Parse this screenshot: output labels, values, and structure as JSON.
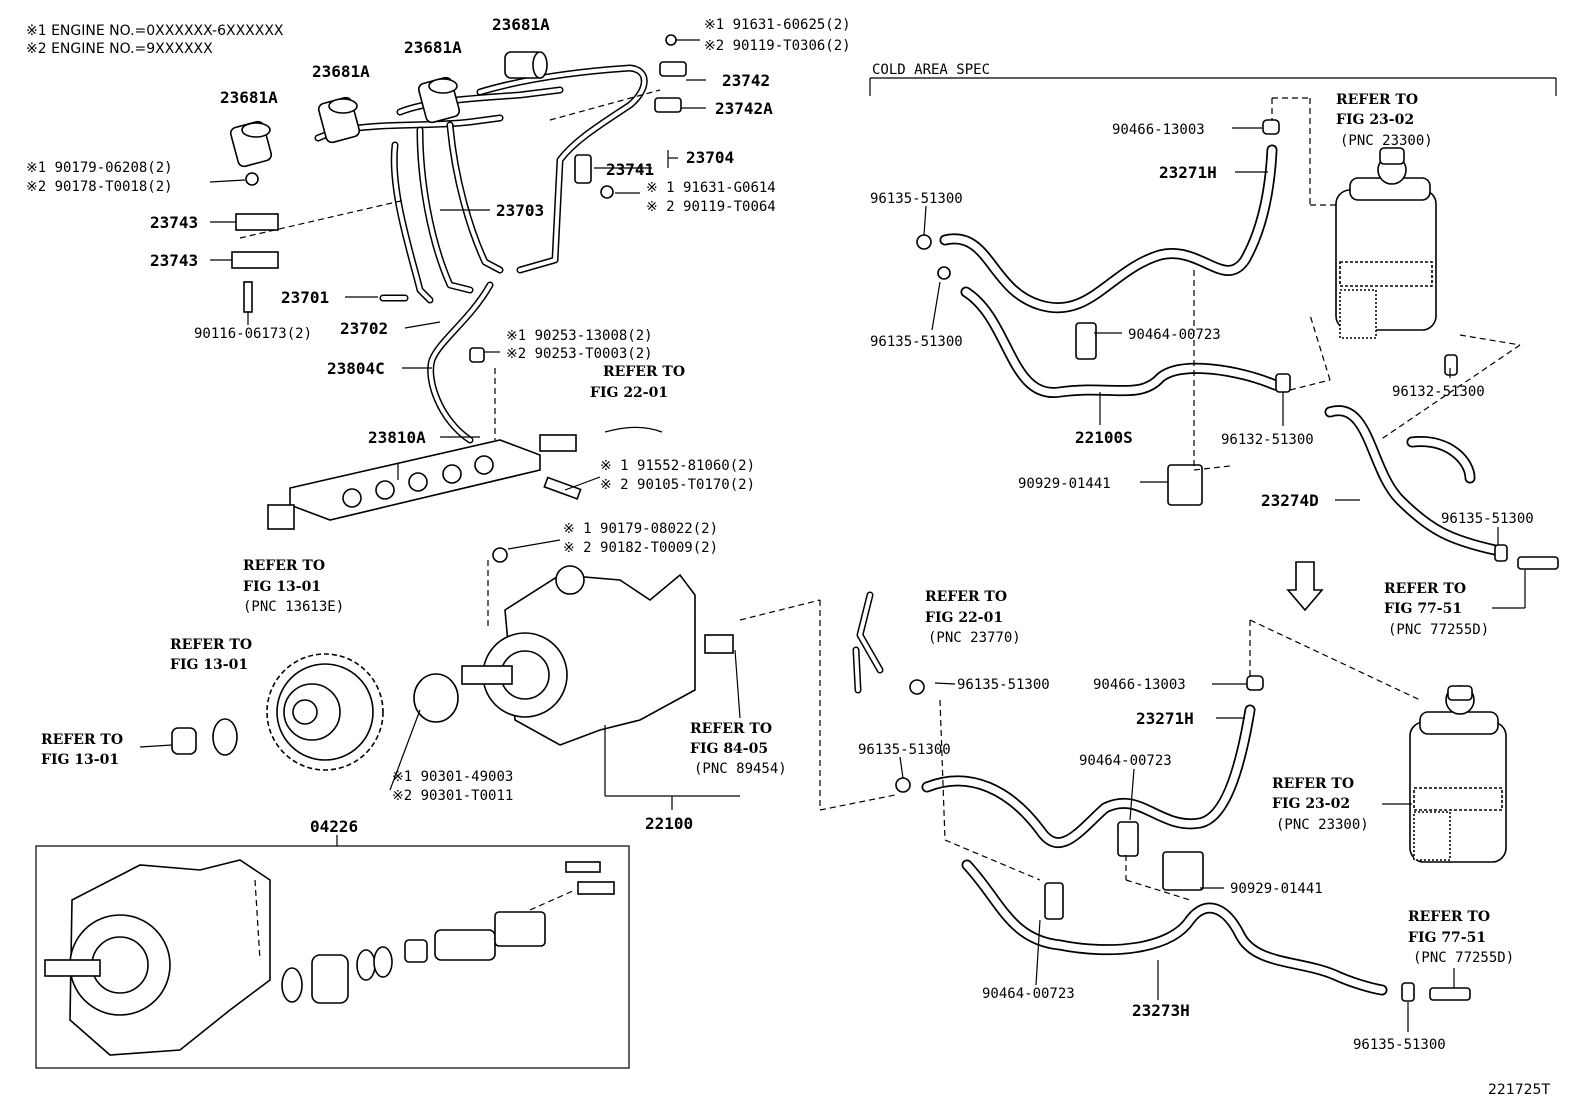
{
  "notes": {
    "engine_1": "※1 ENGINE NO.=0XXXXXX-6XXXXXX",
    "engine_2": "※2 ENGINE NO.=9XXXXXX",
    "cold_area": "COLD AREA SPEC",
    "figure_id": "221725T"
  },
  "labels": {
    "p23681a_1": "23681A",
    "p23681a_2": "23681A",
    "p23681a_3": "23681A",
    "p23681a_4": "23681A",
    "p23742": "23742",
    "p23742a": "23742A",
    "p23741": "23741",
    "p23704": "23704",
    "p23703": "23703",
    "p23743_1": "23743",
    "p23743_2": "23743",
    "p23701": "23701",
    "p23702": "23702",
    "p23804c": "23804C",
    "p23810a": "23810A",
    "p22100": "22100",
    "p04226": "04226",
    "p23271h_1": "23271H",
    "p23271h_2": "23271H",
    "p22100s": "22100S",
    "p23274d": "23274D",
    "p23273h": "23273H"
  },
  "numbers": {
    "n91631_60625": "※1 91631-60625(2)",
    "n90119_t0306": "※2 90119-T0306(2)",
    "n90179_06208": "※1 90179-06208(2)",
    "n90178_t0018": "※2 90178-T0018(2)",
    "n91631_g0614": "※ 1 91631-G0614",
    "n90119_t0064": "※ 2 90119-T0064",
    "n90116_06173": "90116-06173(2)",
    "n90253_13008": "※1 90253-13008(2)",
    "n90253_t0003": "※2 90253-T0003(2)",
    "n91552_81060": "※ 1 91552-81060(2)",
    "n90105_t0170": "※ 2 90105-T0170(2)",
    "n90179_08022": "※ 1 90179-08022(2)",
    "n90182_t0009": "※ 2 90182-T0009(2)",
    "n90301_49003": "※1 90301-49003",
    "n90301_t0011": "※2 90301-T0011",
    "n90466_13003_a": "90466-13003",
    "n96135_51300_a": "96135-51300",
    "n96135_51300_b": "96135-51300",
    "n90464_00723_a": "90464-00723",
    "n96132_51300_a": "96132-51300",
    "n96132_51300_b": "96132-51300",
    "n90929_01441_a": "90929-01441",
    "n96135_51300_c": "96135-51300",
    "n96135_51300_d": "96135-51300",
    "n96135_51300_e": "96135-51300",
    "n90466_13003_b": "90466-13003",
    "n90464_00723_b": "90464-00723",
    "n90929_01441_b": "90929-01441",
    "n90464_00723_c": "90464-00723",
    "n96135_51300_f": "96135-51300"
  },
  "refers": {
    "r_22_01_a": {
      "l1": "REFER TO",
      "l2": "FIG 22-01"
    },
    "r_13_01_a": {
      "l1": "REFER TO",
      "l2": "FIG 13-01",
      "l3": "(PNC 13613E)"
    },
    "r_13_01_b": {
      "l1": "REFER TO",
      "l2": "FIG 13-01"
    },
    "r_13_01_c": {
      "l1": "REFER TO",
      "l2": "FIG 13-01"
    },
    "r_84_05": {
      "l1": "REFER TO",
      "l2": "FIG 84-05",
      "l3": "(PNC 89454)"
    },
    "r_22_01_b": {
      "l1": "REFER TO",
      "l2": "FIG 22-01",
      "l3": "(PNC 23770)"
    },
    "r_23_02_a": {
      "l1": "REFER TO",
      "l2": "FIG 23-02",
      "l3": "(PNC 23300)"
    },
    "r_77_51_a": {
      "l1": "REFER TO",
      "l2": "FIG 77-51",
      "l3": "(PNC 77255D)"
    },
    "r_23_02_b": {
      "l1": "REFER TO",
      "l2": "FIG 23-02",
      "l3": "(PNC 23300)"
    },
    "r_77_51_b": {
      "l1": "REFER TO",
      "l2": "FIG 77-51",
      "l3": "(PNC 77255D)"
    }
  }
}
